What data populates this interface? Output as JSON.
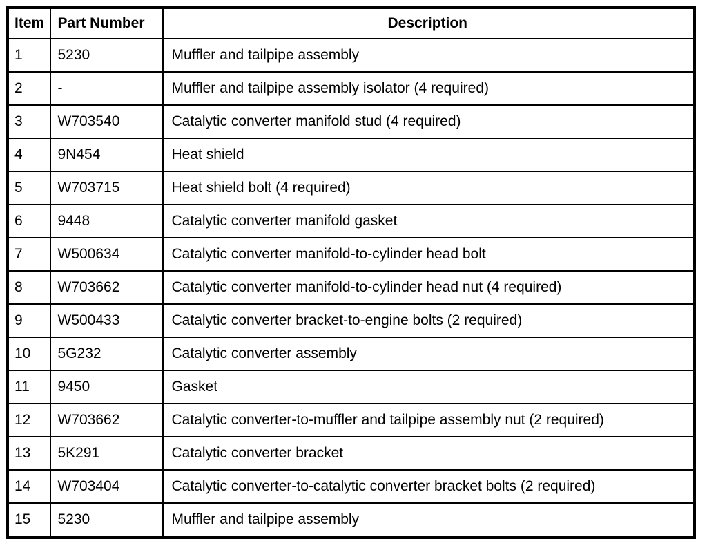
{
  "table": {
    "headers": {
      "item": "Item",
      "part": "Part Number",
      "desc": "Description"
    },
    "rows": [
      {
        "item": "1",
        "part": "5230",
        "desc": "Muffler and tailpipe assembly"
      },
      {
        "item": "2",
        "part": "-",
        "desc": "Muffler and tailpipe assembly isolator (4 required)"
      },
      {
        "item": "3",
        "part": "W703540",
        "desc": "Catalytic converter manifold stud (4 required)"
      },
      {
        "item": "4",
        "part": "9N454",
        "desc": "Heat shield"
      },
      {
        "item": "5",
        "part": "W703715",
        "desc": "Heat shield bolt (4 required)"
      },
      {
        "item": "6",
        "part": "9448",
        "desc": "Catalytic converter manifold gasket"
      },
      {
        "item": "7",
        "part": "W500634",
        "desc": "Catalytic converter manifold-to-cylinder head bolt"
      },
      {
        "item": "8",
        "part": "W703662",
        "desc": "Catalytic converter manifold-to-cylinder head nut (4 required)"
      },
      {
        "item": "9",
        "part": "W500433",
        "desc": "Catalytic converter bracket-to-engine bolts (2 required)"
      },
      {
        "item": "10",
        "part": "5G232",
        "desc": "Catalytic converter assembly"
      },
      {
        "item": "11",
        "part": "9450",
        "desc": "Gasket"
      },
      {
        "item": "12",
        "part": "W703662",
        "desc": "Catalytic converter-to-muffler and tailpipe assembly nut (2 required)"
      },
      {
        "item": "13",
        "part": "5K291",
        "desc": "Catalytic converter bracket"
      },
      {
        "item": "14",
        "part": "W703404",
        "desc": "Catalytic converter-to-catalytic converter bracket bolts (2 required)"
      },
      {
        "item": "15",
        "part": "5230",
        "desc": "Muffler and tailpipe assembly"
      }
    ]
  }
}
